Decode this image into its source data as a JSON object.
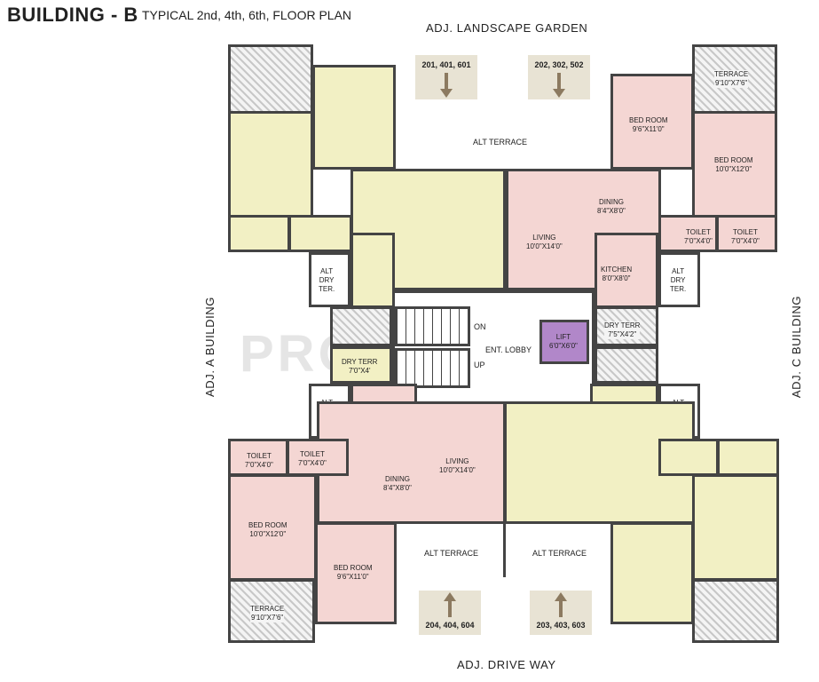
{
  "header": {
    "title": "BUILDING - B",
    "subtitle": "TYPICAL  2nd, 4th, 6th,   FLOOR PLAN"
  },
  "edges": {
    "top": "ADJ. LANDSCAPE GARDEN",
    "bottom": "ADJ. DRIVE WAY",
    "left": "ADJ. A BUILDING",
    "right": "ADJ. C BUILDING"
  },
  "units": {
    "top_left": "201, 401, 601",
    "top_right": "202, 302, 502",
    "bottom_left": "204, 404, 604",
    "bottom_right": "203, 403, 603"
  },
  "rooms": {
    "alt_terrace": "ALT TERRACE",
    "alt_dry_ter_1": "ALT",
    "alt_dry_ter_2": "DRY",
    "alt_dry_ter_3": "TER.",
    "bed_room": "BED ROOM",
    "bed_room_small_size": "9'6\"X11'0\"",
    "bed_room_large_size": "10'0\"X12'0\"",
    "terrace": "TERRACE",
    "terrace_size": "9'10\"X7'6\"",
    "toilet": "TOILET",
    "toilet_size": "7'0\"X4'0\"",
    "dining": "DINING",
    "dining_size": "8'4\"X8'0\"",
    "living": "LIVING",
    "living_size": "10'0\"X14'0\"",
    "kitchen": "KITCHEN",
    "kitchen_size": "8'0\"X8'0\"",
    "dry_terr": "DRY TERR",
    "dry_terr_size_left": "7'0\"X4'",
    "dry_terr_size_right": "7'5\"X4'2\"",
    "lift": "LIFT",
    "lift_size": "6'0\"X6'0\"",
    "ent_lobby": "ENT. LOBBY",
    "on": "ON",
    "up": "UP"
  },
  "watermark": "PROPTIGER",
  "colors": {
    "pink_unit": "#f4d6d3",
    "cream_unit": "#f2f0c4",
    "lift": "#b187c9",
    "walls": "#444444"
  }
}
